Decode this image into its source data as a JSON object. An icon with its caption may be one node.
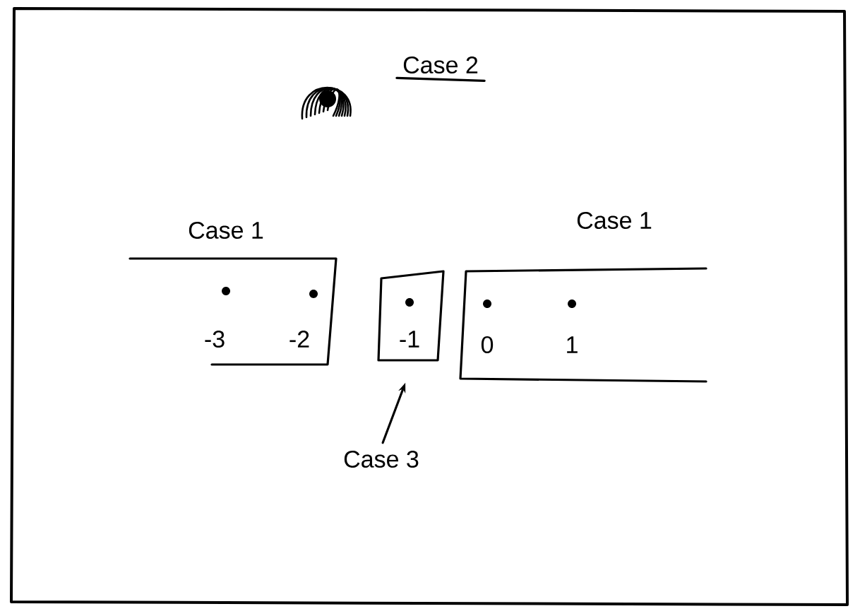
{
  "diagram": {
    "nodes": [
      {
        "text": [
          "Case 1",
          "-3",
          "-2"
        ]
      },
      {
        "text": [
          "-1"
        ]
      },
      {
        "text": [
          "Case 1",
          "0",
          "1"
        ]
      },
      {
        "text": [
          "Case 3"
        ]
      }
    ],
    "edges": [
      {
        "from": 3,
        "to": 1,
        "arrow": "to"
      }
    ],
    "labels": [
      "Case 2"
    ]
  }
}
